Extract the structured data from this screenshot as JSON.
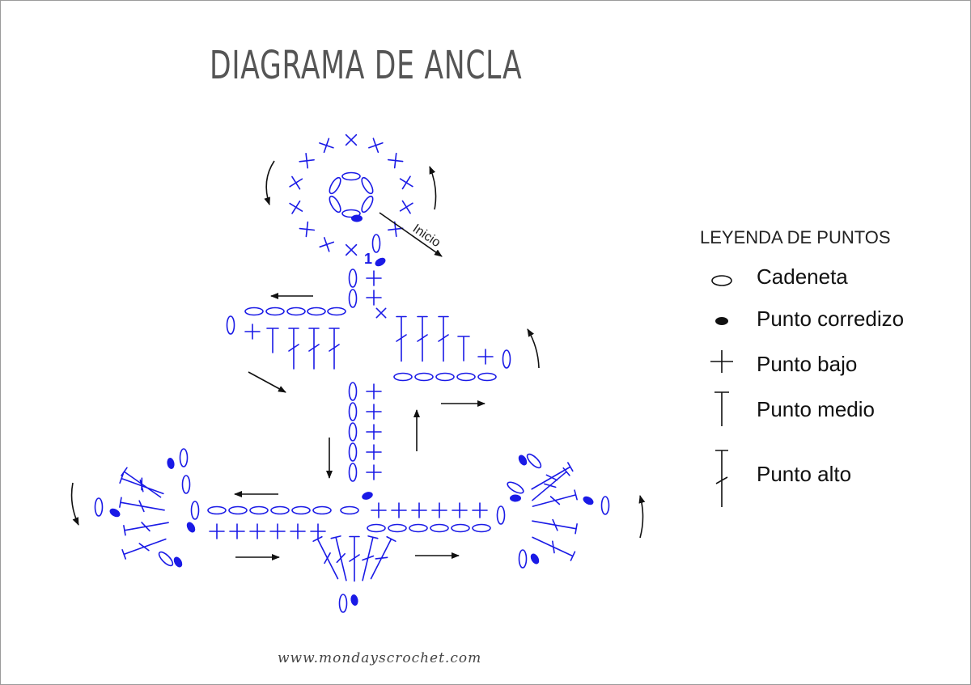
{
  "title": "DIAGRAMA DE ANCLA",
  "diagram": {
    "start_label": "Inicio",
    "round_number": "1"
  },
  "legend": {
    "title": "LEYENDA DE PUNTOS",
    "items": [
      {
        "icon": "chain-stitch-icon",
        "label": "Cadeneta"
      },
      {
        "icon": "slip-stitch-icon",
        "label": "Punto corredizo"
      },
      {
        "icon": "single-crochet-icon",
        "label": "Punto bajo"
      },
      {
        "icon": "half-double-crochet-icon",
        "label": "Punto medio"
      },
      {
        "icon": "double-crochet-icon",
        "label": "Punto alto"
      }
    ]
  },
  "footer": {
    "website": "www.mondayscrochet.com"
  },
  "colors": {
    "stitch": "#1a1ae6",
    "arrow": "#111111",
    "text": "#222222"
  }
}
